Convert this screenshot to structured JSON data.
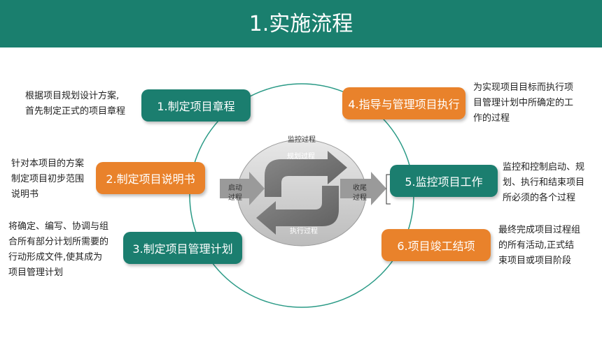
{
  "title": "1.实施流程",
  "colors": {
    "teal": "#1b7e6f",
    "orange": "#e9822b",
    "header": "#1a7f6e",
    "ring": "#2a9a86"
  },
  "steps": [
    {
      "label": "1.制定项目章程",
      "color": "teal",
      "desc": [
        "根据项目规划设计方案,",
        "首先制定正式的项目章程"
      ]
    },
    {
      "label": "2.制定项目说明书",
      "color": "orange",
      "desc": [
        "针对本项目的方案",
        "制定项目初步范围",
        "说明书"
      ]
    },
    {
      "label": "3.制定项目管理计划",
      "color": "teal",
      "desc": [
        "将确定、编写、协调与组",
        "合所有部分计划所需要的",
        "行动形成文件,使其成为",
        "项目管理计划"
      ]
    },
    {
      "label": "4.指导与管理项目执行",
      "color": "orange",
      "desc": [
        "为实现项目目标而执行项",
        "目管理计划中所确定的工",
        "作的过程"
      ]
    },
    {
      "label": "5.监控项目工作",
      "color": "teal",
      "desc": [
        "监控和控制启动、规",
        "划、执行和结束项目",
        "所必须的各个过程"
      ]
    },
    {
      "label": "6.项目竣工结项",
      "color": "orange",
      "desc": [
        "最终完成项目过程组",
        "的所有活动,正式结",
        "束项目或项目阶段"
      ]
    }
  ],
  "center": {
    "monitor": "监控过程",
    "planning": "规划过程",
    "executing": "执行过程",
    "initiating": [
      "启动",
      "过程"
    ],
    "closing": [
      "收尾",
      "过程"
    ]
  }
}
